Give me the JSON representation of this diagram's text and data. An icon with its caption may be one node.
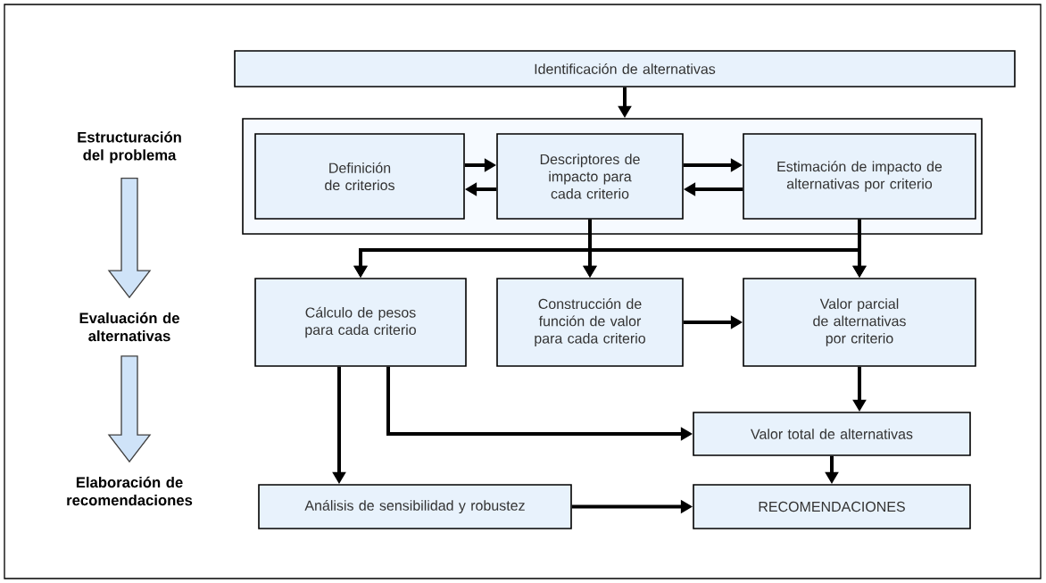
{
  "diagram": {
    "nodes": [
      {
        "text": [
          "Identificación de alternativas"
        ]
      },
      {
        "text": [],
        "shape": "box"
      },
      {
        "text": [
          "Definición de criterios"
        ],
        "in": 1
      },
      {
        "text": [
          "Descriptores de impacto para cada criterio"
        ],
        "in": 1
      },
      {
        "text": [
          "Estimación de impacto de alternativas por criterio"
        ],
        "in": 1
      },
      {
        "text": [
          "Cálculo de pesos para cada criterio"
        ]
      },
      {
        "text": [
          "Construcción de función de valor para cada criterio"
        ]
      },
      {
        "text": [
          "Valor parcial de alternativas por criterio"
        ]
      },
      {
        "text": [
          "Valor total de alternativas"
        ]
      },
      {
        "text": [
          "Análisis de sensibilidad y robustez"
        ]
      },
      {
        "text": [
          "RECOMENDACIONES"
        ]
      },
      {
        "text": [
          "Estructuración del problema"
        ]
      },
      {
        "text": [
          "Evaluación de alternativas"
        ]
      },
      {
        "text": [
          "Elaboración de recomendaciones"
        ]
      }
    ],
    "edges": [
      {
        "from": 0,
        "to": 1,
        "arrow": "to"
      },
      {
        "from": 2,
        "to": 3,
        "arrow": "to"
      },
      {
        "from": 3,
        "to": 2,
        "arrow": "to"
      },
      {
        "from": 3,
        "to": 4,
        "arrow": "to"
      },
      {
        "from": 4,
        "to": 3,
        "arrow": "to"
      },
      {
        "from": 3,
        "to": 5,
        "arrow": "to"
      },
      {
        "from": 3,
        "to": 6,
        "arrow": "to"
      },
      {
        "from": 3,
        "to": 7,
        "arrow": "to"
      },
      {
        "from": 4,
        "to": 5,
        "arrow": "to"
      },
      {
        "from": 4,
        "to": 6,
        "arrow": "to"
      },
      {
        "from": 4,
        "to": 7,
        "arrow": "to"
      },
      {
        "from": 6,
        "to": 7,
        "arrow": "to"
      },
      {
        "from": 7,
        "to": 8,
        "arrow": "to"
      },
      {
        "from": 5,
        "to": 8,
        "arrow": "to"
      },
      {
        "from": 5,
        "to": 9,
        "arrow": "to"
      },
      {
        "from": 8,
        "to": 10,
        "arrow": "to"
      },
      {
        "from": 9,
        "to": 10,
        "arrow": "to"
      },
      {
        "from": 11,
        "to": 12,
        "arrow": "to"
      },
      {
        "from": 12,
        "to": 13,
        "arrow": "to"
      }
    ]
  }
}
